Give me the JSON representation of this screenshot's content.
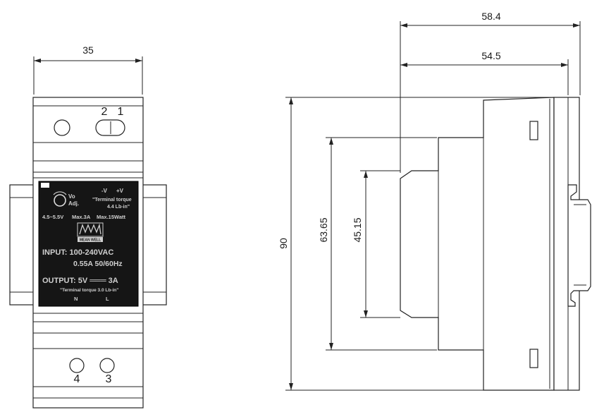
{
  "dimensions": {
    "front_width": "35",
    "side_overall_width": "58.4",
    "side_body_width": "54.5",
    "height_overall": "90",
    "height_mid": "63.65",
    "height_inner": "45.15"
  },
  "terminals": {
    "top_left": "2",
    "top_right": "1",
    "bottom_left": "4",
    "bottom_right": "3"
  },
  "label": {
    "vo": "Vo",
    "adj": "Adj.",
    "minus_v": "-V",
    "plus_v": "+V",
    "torque_top_1": "\"Terminal torque",
    "torque_top_2": "4.4 Lb-in\"",
    "range": "4.5~5.5V",
    "max_current": "Max.3A",
    "max_power": "Max.15Watt",
    "brand": "MEAN WELL",
    "input_line": "INPUT: 100-240VAC",
    "input_spec": "0.55A  50/60Hz",
    "output_line": "OUTPUT:  5V ═══ 3A",
    "torque_bottom": "\"Terminal torque 3.0 Lb-in\"",
    "n": "N",
    "l": "L"
  }
}
